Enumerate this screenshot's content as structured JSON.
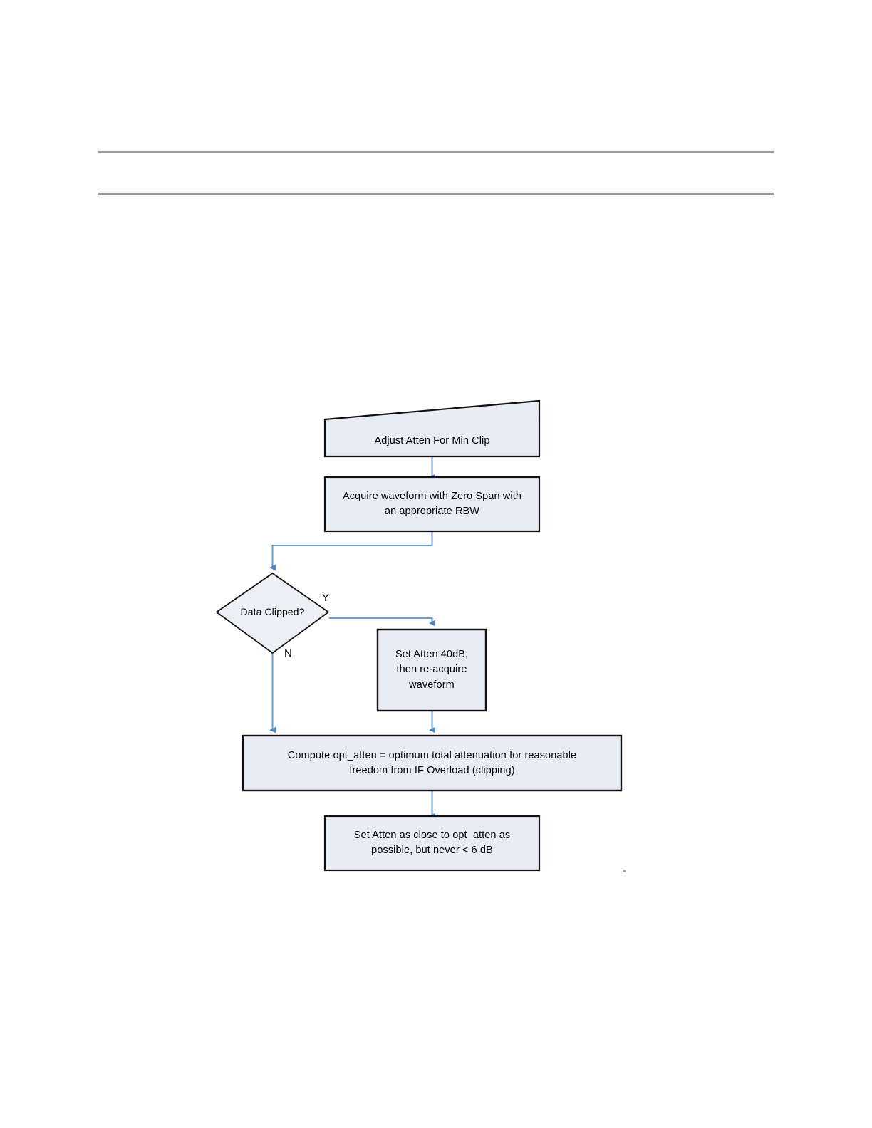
{
  "page": {
    "header": {
      "rule_color": "#999999",
      "heading_text": "",
      "subheading_text": ""
    }
  },
  "diagram": {
    "title": "Adjust Atten For Min Clip",
    "type": "flowchart",
    "style": {
      "node_fill": "#e8edf5",
      "node_stroke": "#1a1a1a",
      "connector_color": "#4f81bd",
      "text_color": "#000000"
    },
    "nodes": [
      {
        "id": "start",
        "shape": "banner-trapezoid",
        "label": "Adjust Atten For Min Clip"
      },
      {
        "id": "acquire",
        "shape": "rectangle",
        "label": "Acquire waveform with Zero Span with\nan appropriate RBW"
      },
      {
        "id": "decision",
        "shape": "diamond",
        "label": "Data Clipped?"
      },
      {
        "id": "set_atten_40",
        "shape": "rectangle",
        "label": "Set Atten 40dB,\nthen re-acquire\nwaveform"
      },
      {
        "id": "compute",
        "shape": "rectangle",
        "label": "Compute opt_atten = optimum total attenuation for reasonable\nfreedom from IF Overload (clipping)"
      },
      {
        "id": "set_close",
        "shape": "rectangle",
        "label": "Set Atten as close to opt_atten as\npossible, but never < 6 dB"
      }
    ],
    "edges": [
      {
        "id": "e1",
        "from": "start",
        "to": "acquire",
        "label": ""
      },
      {
        "id": "e2",
        "from": "acquire",
        "to": "decision",
        "label": ""
      },
      {
        "id": "e3",
        "from": "decision",
        "to": "set_atten_40",
        "label": "Y"
      },
      {
        "id": "e4",
        "from": "decision",
        "to": "compute",
        "label": "N"
      },
      {
        "id": "e5",
        "from": "set_atten_40",
        "to": "compute",
        "label": ""
      },
      {
        "id": "e6",
        "from": "compute",
        "to": "set_close",
        "label": ""
      }
    ],
    "branch_labels": {
      "yes": "Y",
      "no": "N"
    }
  }
}
